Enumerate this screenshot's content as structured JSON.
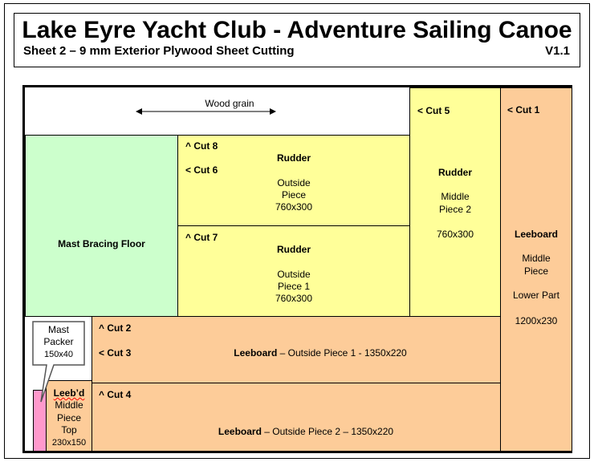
{
  "header": {
    "title": "Lake Eyre Yacht Club - Adventure Sailing Canoe",
    "subtitle": "Sheet 2 – 9 mm Exterior Plywood Sheet Cutting",
    "version": "V1.1"
  },
  "grain": "Wood grain",
  "pieces": {
    "cut1": "< Cut 1",
    "cut2": "^ Cut 2",
    "cut3": "< Cut 3",
    "cut4": "^ Cut 4",
    "cut5": "< Cut 5",
    "cut6": "< Cut 6",
    "cut7": "^ Cut 7",
    "cut8": "^ Cut 8",
    "mast_floor": "Mast Bracing Floor",
    "rudder_outside": {
      "name": "Rudder",
      "l1": "Outside",
      "l2": "Piece",
      "size": "760x300"
    },
    "rudder_outside1": {
      "name": "Rudder",
      "l1": "Outside",
      "l2": "Piece 1",
      "size": "760x300"
    },
    "rudder_middle": {
      "name": "Rudder",
      "l1": "Middle",
      "l2": "Piece 2",
      "size": "760x300"
    },
    "leeboard_middle": {
      "name": "Leeboard",
      "l1": "Middle",
      "l2": "Piece",
      "l3": "Lower Part",
      "size": "1200x230"
    },
    "leeboard_out1": {
      "name": "Leeboard",
      "rest": " – Outside Piece 1 - 1350x220"
    },
    "leeboard_out2": {
      "name": "Leeboard",
      "rest": " – Outside Piece 2 – 1350x220"
    },
    "leebd_top": {
      "name": "Leeb’d",
      "l1": "Middle",
      "l2": "Piece",
      "l3": "Top",
      "size": "230x150"
    },
    "mast_packer": {
      "l1": "Mast",
      "l2": "Packer",
      "size": "150x40"
    }
  }
}
